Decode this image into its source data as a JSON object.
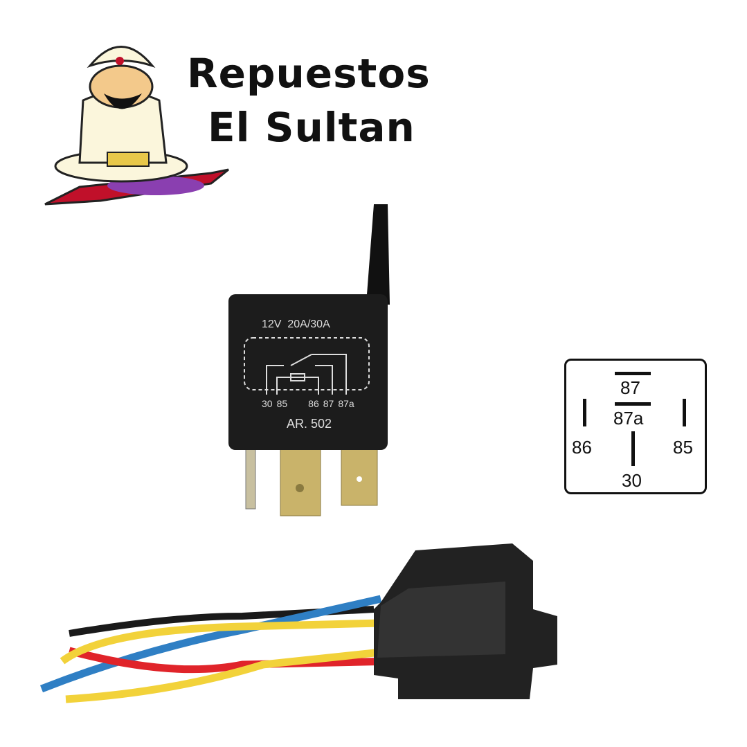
{
  "brand": {
    "line1": "Repuestos",
    "line2": "El Sultan"
  },
  "relay": {
    "rating": "12V  20A/30A",
    "model": "AR. 502",
    "pins": [
      "30",
      "85",
      "86",
      "87",
      "87a"
    ]
  },
  "diagram": {
    "top": "87",
    "middle": "87a",
    "left": "86",
    "right": "85",
    "bottom": "30"
  },
  "colors": {
    "relay_body": "#1c1c1c",
    "terminal": "#c9b36a",
    "wire_yellow": "#f2d23a",
    "wire_blue": "#2f7fc4",
    "wire_red": "#e0242a",
    "wire_black": "#1a1a1a"
  }
}
